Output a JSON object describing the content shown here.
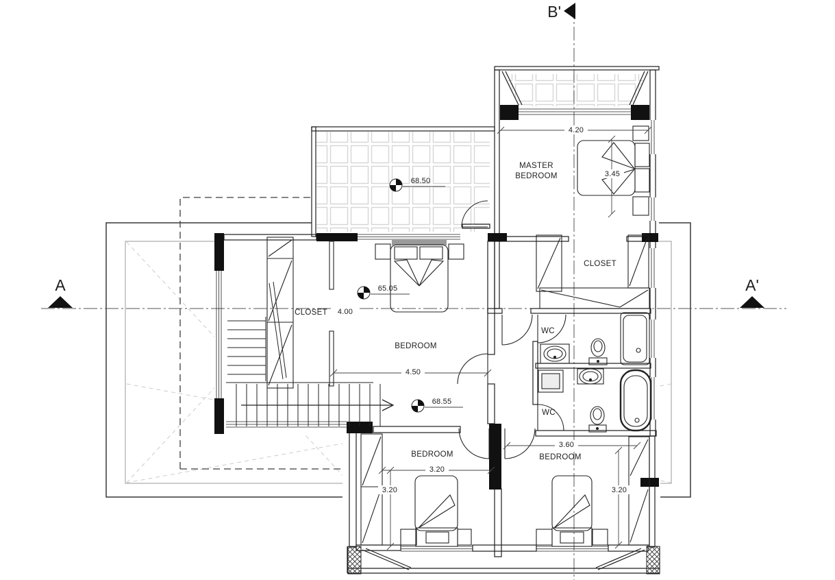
{
  "sections": {
    "top": "B'",
    "left": "A",
    "right": "A'"
  },
  "levels": {
    "terrace": "68.50",
    "bedroom": "65.05",
    "landing": "68.55"
  },
  "rooms": {
    "master_line1": "MASTER",
    "master_line2": "BEDROOM",
    "master_closet": "CLOSET",
    "wc_upper": "WC",
    "wc_lower": "WC",
    "closet_mid": "CLOSET",
    "bedroom_mid": "BEDROOM",
    "bedroom_bottom_left": "BEDROOM",
    "bedroom_bottom_right": "BEDROOM"
  },
  "dims": {
    "master_width": "4.20",
    "master_depth": "3.45",
    "closet_mid": "4.00",
    "bedroom_mid": "4.50",
    "bedroom_br_width": "3.60",
    "bedroom_bl_width": "3.20",
    "bedroom_bl_depth": "3.20",
    "bedroom_br_depth": "3.20"
  }
}
